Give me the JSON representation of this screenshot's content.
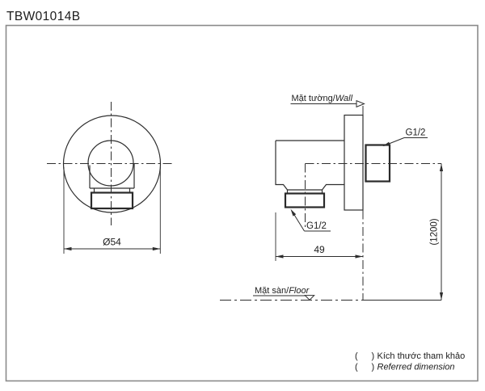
{
  "title": "TBW01014B",
  "colors": {
    "line": "#2e2e2e",
    "frame": "#8a8a8a",
    "background": "#ffffff"
  },
  "front_view": {
    "diameter_dimension": "Ø54"
  },
  "side_view": {
    "wall_label_vi": "Mặt tường/",
    "wall_label_en": "Wall",
    "floor_label_vi": "Mặt sàn/",
    "floor_label_en": "Floor",
    "wall_thread_label": "G1/2",
    "outlet_thread_label": "G1/2",
    "depth_dimension": "49",
    "height_dimension": "(1200)"
  },
  "legend": {
    "open_paren": "(",
    "close_paren": ")",
    "note_vi": "Kích thước tham khảo",
    "note_en": "Referred dimension"
  }
}
